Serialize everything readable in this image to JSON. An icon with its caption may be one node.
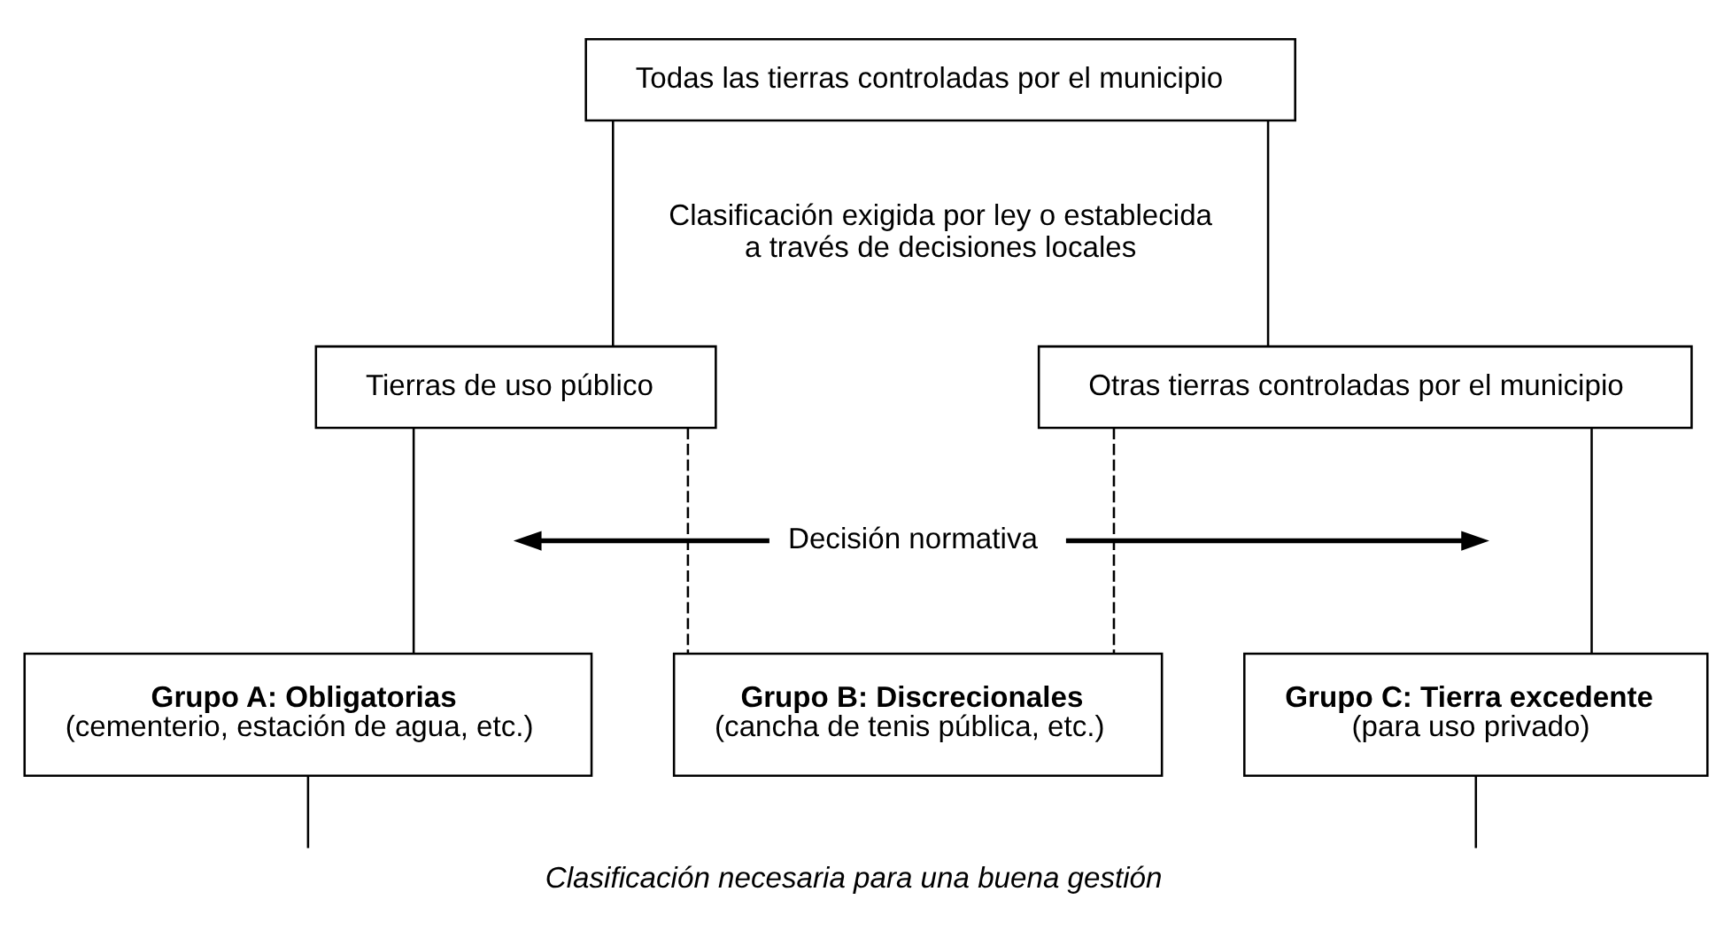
{
  "diagram": {
    "caption": "Clasificación necesaria para una buena gestión",
    "nodes": [
      {
        "text": [
          "Todas las tierras controladas por el municipio"
        ]
      },
      {
        "text": [
          "Tierras de uso público"
        ]
      },
      {
        "text": [
          "Otras tierras controladas por el municipio"
        ]
      },
      {
        "text": [
          "Decisión normativa"
        ]
      },
      {
        "text": [
          "Grupo A: Obligatorias",
          "(cementerio, estación de agua, etc.)"
        ]
      },
      {
        "text": [
          "Grupo B: Discrecionales",
          "(cancha de tenis pública, etc.)"
        ]
      },
      {
        "text": [
          "Grupo C: Tierra excedente",
          "(para uso privado)"
        ]
      }
    ],
    "edges": [
      {
        "from": 0,
        "to": 1,
        "arrow": "none"
      },
      {
        "from": 0,
        "to": 2,
        "arrow": "none"
      },
      {
        "from": 1,
        "to": 4,
        "arrow": "none"
      },
      {
        "from": 2,
        "to": 6,
        "arrow": "none"
      },
      {
        "from": 5,
        "to": 1,
        "arrow": "none",
        "style": "dashed"
      },
      {
        "from": 5,
        "to": 2,
        "arrow": "none",
        "style": "dashed"
      },
      {
        "from": 3,
        "to": null,
        "arrow": "to",
        "style": "thick"
      },
      {
        "from": 3,
        "to": null,
        "arrow": "to",
        "style": "thick"
      },
      {
        "from": 4,
        "to": null,
        "arrow": "none"
      },
      {
        "from": 6,
        "to": null,
        "arrow": "none"
      }
    ],
    "labels": [
      "Clasificación exigida por ley o establecida a través de decisiones locales"
    ]
  }
}
